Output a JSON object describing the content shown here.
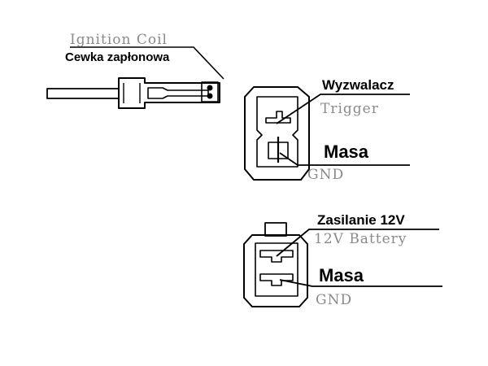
{
  "colors": {
    "line": "#000000",
    "english_label": "#8a8a8a",
    "polish_label": "#000000",
    "background": "#ffffff"
  },
  "ignition_coil": {
    "label_en": "Ignition Coil",
    "label_pl": "Cewka zapłonowa"
  },
  "trigger_connector": {
    "trigger_label_pl": "Wyzwalacz",
    "trigger_label_en": "Trigger",
    "ground_label_pl": "Masa",
    "ground_label_en": "GND"
  },
  "power_connector": {
    "battery_label_pl": "Zasilanie 12V",
    "battery_label_en": "12V Battery",
    "ground_label_pl": "Masa",
    "ground_label_en": "GND"
  }
}
